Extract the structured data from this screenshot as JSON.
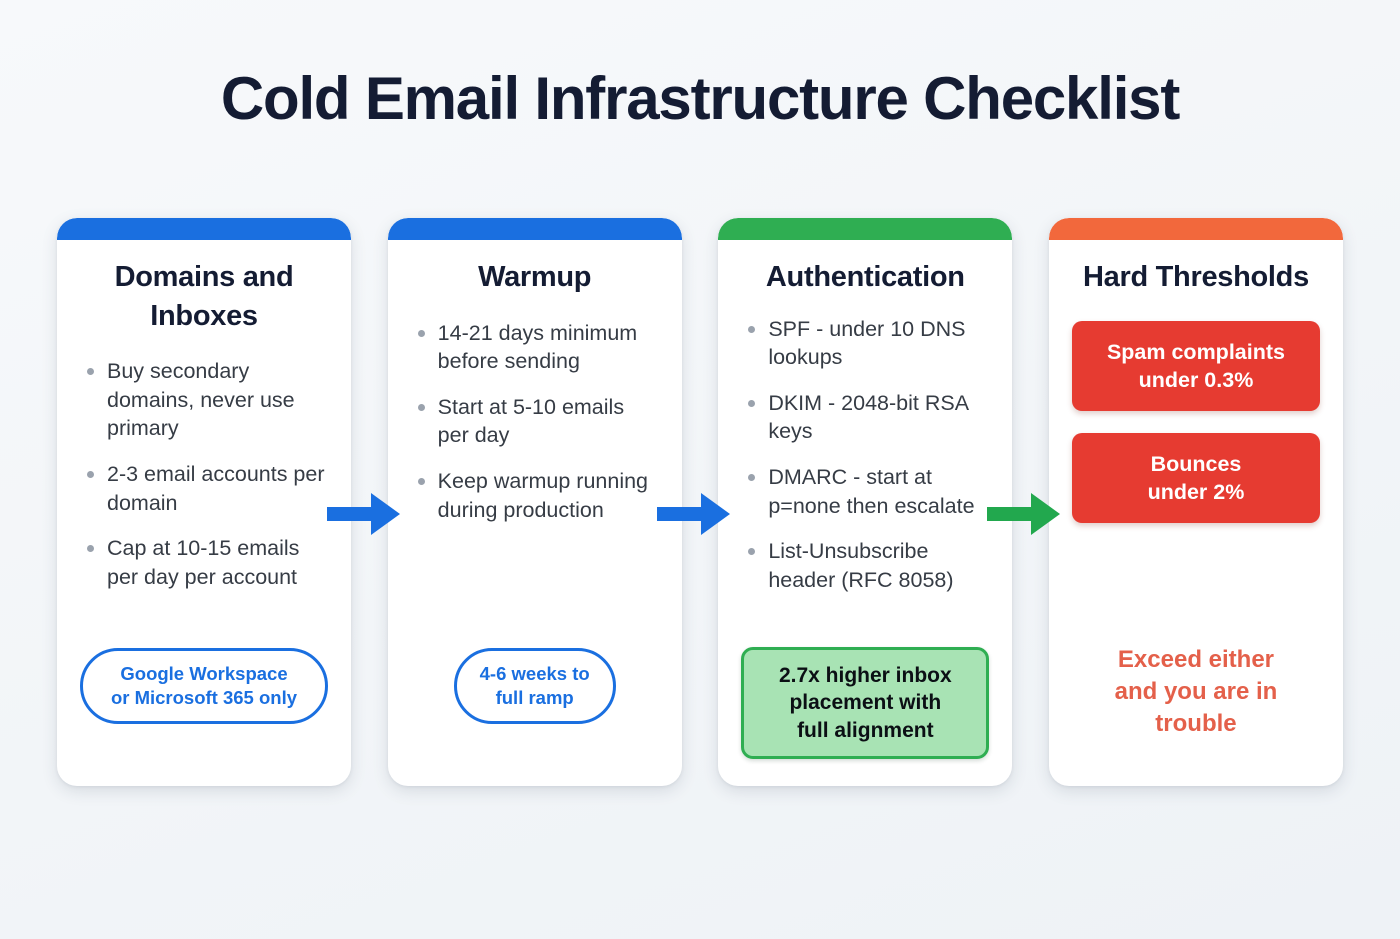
{
  "title": "Cold Email Infrastructure Checklist",
  "colors": {
    "background": "#f4f6f9",
    "title_text": "#141c33",
    "blue": "#1a6fe0",
    "green": "#2fae52",
    "orange": "#f2683c",
    "red": "#e63b31",
    "green_fill": "#a8e3b4",
    "bullet_text": "#363c45",
    "warn_text": "#e4604a"
  },
  "cards": [
    {
      "id": "domains-and-inboxes",
      "title": "Domains and Inboxes",
      "accent": "#1a6fe0",
      "bullets": [
        "Buy secondary domains, never use primary",
        "2-3 email accounts per domain",
        "Cap at 10-15 emails per day per account"
      ],
      "badge": "Google Workspace\nor Microsoft 365 only"
    },
    {
      "id": "warmup",
      "title": "Warmup",
      "accent": "#1a6fe0",
      "bullets": [
        "14-21 days minimum before sending",
        "Start at 5-10 emails per day",
        "Keep warmup running during production"
      ],
      "badge": "4-6 weeks to\nfull ramp"
    },
    {
      "id": "authentication",
      "title": "Authentication",
      "accent": "#2fae52",
      "bullets": [
        "SPF - under 10 DNS lookups",
        "DKIM - 2048-bit RSA keys",
        "DMARC - start at p=none then escalate",
        "List-Unsubscribe header (RFC 8058)"
      ],
      "highlight": "2.7x higher inbox\nplacement with\nfull alignment"
    },
    {
      "id": "hard-thresholds",
      "title": "Hard Thresholds",
      "accent": "#f2683c",
      "thresholds": [
        "Spam complaints\nunder 0.3%",
        "Bounces\nunder 2%"
      ],
      "warning": "Exceed either\nand you are in\ntrouble"
    }
  ],
  "arrows": [
    {
      "id": "arrow-domains-to-warmup",
      "color": "#1a6fe0",
      "direction": "right"
    },
    {
      "id": "arrow-warmup-to-authentication",
      "color": "#1a6fe0",
      "direction": "right"
    },
    {
      "id": "arrow-authentication-to-thresholds",
      "color": "#22a84e",
      "direction": "right"
    }
  ]
}
